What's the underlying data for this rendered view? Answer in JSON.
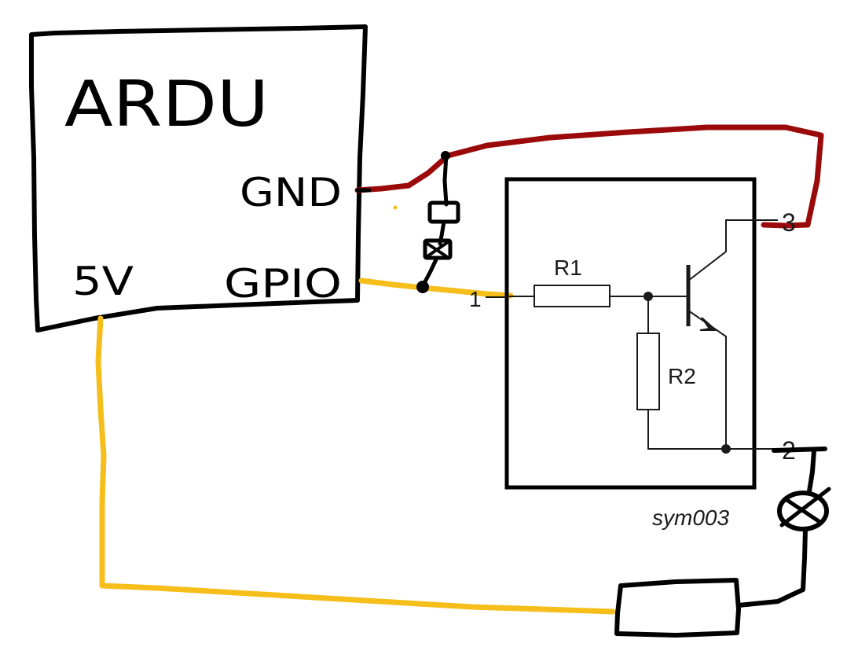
{
  "arduino": {
    "name": "ARDU",
    "gnd_label": "GND",
    "gpio_label": "GPIO",
    "fivev_label": "5V"
  },
  "component": {
    "caption": "sym003",
    "r1_label": "R1",
    "r2_label": "R2",
    "pin1_label": "1",
    "pin2_label": "2",
    "pin3_label": "3"
  },
  "colors": {
    "gnd_wire": "#9b0a0a",
    "fivev_wire": "#f5be1a",
    "ink": "#000000"
  },
  "icons": {
    "lamp": "lamp-icon",
    "battery": "battery-icon",
    "switch": "pushbutton-icon",
    "transistor": "npn-transistor-icon"
  }
}
